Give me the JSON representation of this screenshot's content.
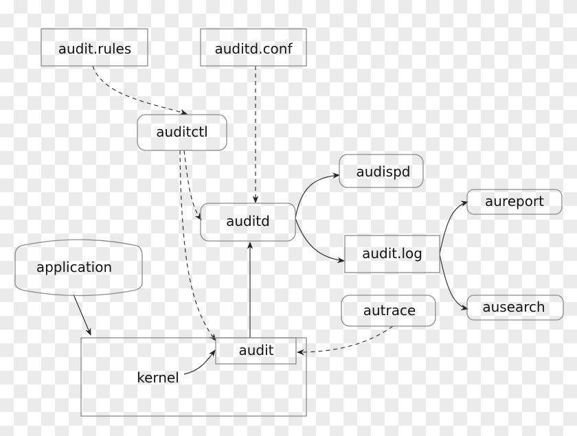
{
  "nodes": {
    "audit_rules": "audit.rules",
    "auditd_conf": "auditd.conf",
    "auditctl": "auditctl",
    "audispd": "audispd",
    "auditd": "auditd",
    "aureport": "aureport",
    "audit_log": "audit.log",
    "application": "application",
    "autrace": "autrace",
    "ausearch": "ausearch",
    "kernel": "kernel",
    "audit": "audit"
  }
}
